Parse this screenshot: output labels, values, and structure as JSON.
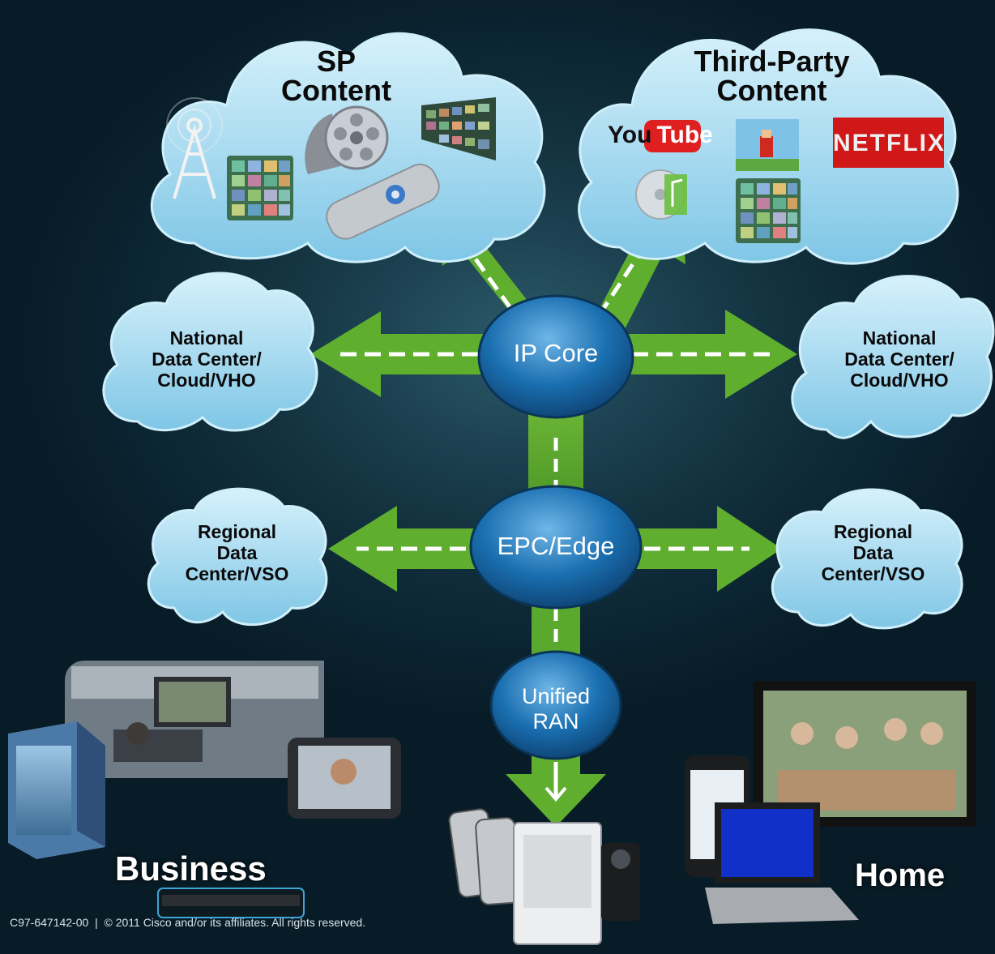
{
  "clouds": {
    "sp_content": "SP\nContent",
    "third_party": "Third-Party\nContent",
    "national_left": "National\nData Center/\nCloud/VHO",
    "national_right": "National\nData Center/\nCloud/VHO",
    "regional_left": "Regional\nData\nCenter/VSO",
    "regional_right": "Regional\nData\nCenter/VSO"
  },
  "nodes": {
    "ip_core": "IP Core",
    "epc_edge": "EPC/Edge",
    "unified_ran": "Unified\nRAN"
  },
  "logos": {
    "youtube_you": "You",
    "youtube_tube": "Tube",
    "netflix": "NETFLIX"
  },
  "labels": {
    "business": "Business",
    "home": "Home"
  },
  "footer": "C97-647142-00  |  © 2011 Cisco and/or its affiliates. All rights reserved.",
  "colors": {
    "cloud_fill": "#a8dcef",
    "arrow_green": "#5fae2e",
    "node_blue": "#1a6fb0",
    "netflix_red": "#d01818",
    "youtube_red": "#e02020"
  }
}
